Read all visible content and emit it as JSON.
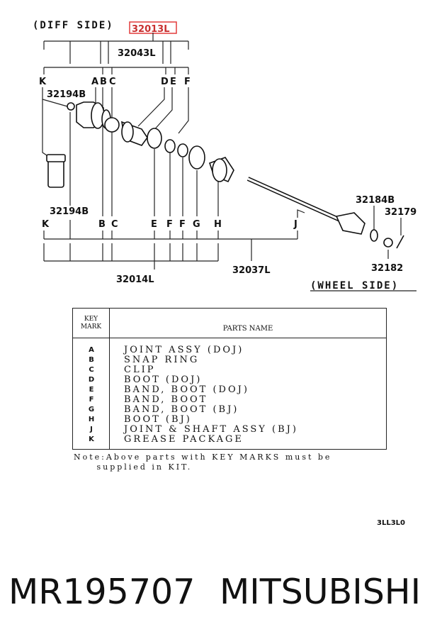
{
  "diagram": {
    "diff_side_label": "(DIFF SIDE)",
    "wheel_side_label": "(WHEEL SIDE)",
    "highlight_part": "32013L",
    "part_numbers": {
      "p32043L": "32043L",
      "p32194B_top": "32194B",
      "p32194B_bottom": "32194B",
      "p32014L": "32014L",
      "p32037L": "32037L",
      "p32184B": "32184B",
      "p32179": "32179",
      "p32182": "32182"
    },
    "letters_top": [
      "K",
      "A",
      "B",
      "C",
      "D",
      "E",
      "F"
    ],
    "letters_bottom": [
      "K",
      "B",
      "C",
      "E",
      "F",
      "F",
      "G",
      "H",
      "J"
    ],
    "highlight_color": "#e23b3b"
  },
  "table": {
    "key_header": "KEY MARK",
    "name_header": "PARTS NAME",
    "rows": [
      {
        "key": "A",
        "name": "JOINT ASSY (DOJ)"
      },
      {
        "key": "B",
        "name": "SNAP RING"
      },
      {
        "key": "C",
        "name": "CLIP"
      },
      {
        "key": "D",
        "name": "BOOT (DOJ)"
      },
      {
        "key": "E",
        "name": "BAND, BOOT (DOJ)"
      },
      {
        "key": "F",
        "name": "BAND, BOOT"
      },
      {
        "key": "G",
        "name": "BAND, BOOT (BJ)"
      },
      {
        "key": "H",
        "name": "BOOT (BJ)"
      },
      {
        "key": "J",
        "name": "JOINT & SHAFT ASSY (BJ)"
      },
      {
        "key": "K",
        "name": "GREASE PACKAGE"
      }
    ],
    "note": "Note:Above parts with KEY MARKS must be\n     supplied in KIT."
  },
  "drawing_code": "3LL3L0",
  "footer": {
    "part_number": "MR195707",
    "brand": "MITSUBISHI"
  }
}
